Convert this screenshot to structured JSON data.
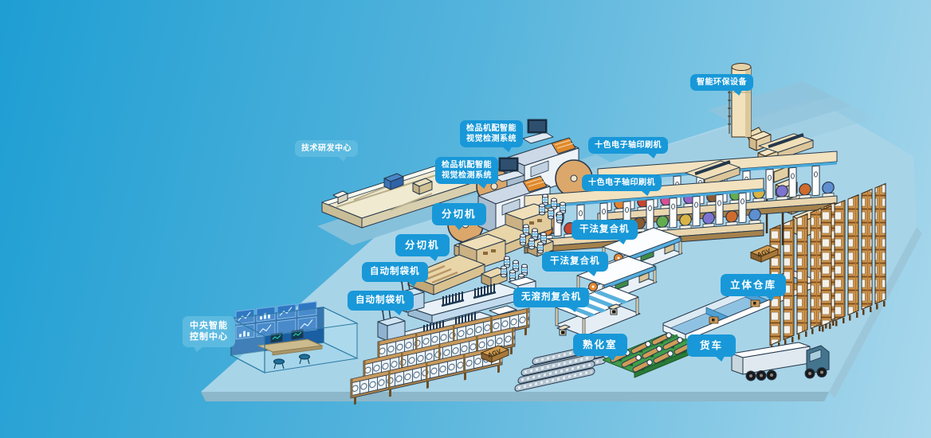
{
  "scene": {
    "type": "smart-factory-isometric-diagram",
    "colors": {
      "bg_left": "#1e9ed3",
      "bg_mid": "#56b4dc",
      "bg_right": "#a9d8ec",
      "label_primary": "#1898d8",
      "label_secondary": "rgba(94,186,224,0.95)",
      "label_text": "#ffffff",
      "floor": "#a8d4e8"
    },
    "printing_roller_colors": [
      "#e2812e",
      "#c8452f",
      "#d84f93",
      "#9a62c2",
      "#8a5a30",
      "#64ad4e",
      "#d9b345",
      "#7d74d2",
      "#cf6b2d",
      "#5f8fd0"
    ]
  },
  "labels": {
    "env_equipment": "智能环保设备",
    "inspection_1": {
      "line1": "检品机配智能",
      "line2": "视觉检测系统"
    },
    "inspection_2": {
      "line1": "检品机配智能",
      "line2": "视觉检测系统"
    },
    "rnd_center": "技术研发中心",
    "printing_1": "十色电子轴印刷机",
    "printing_2": "十色电子轴印刷机",
    "slitting_1": "分切机",
    "slitting_2": "分切机",
    "bag_making_1": "自动制袋机",
    "bag_making_2": "自动制袋机",
    "dry_laminating_1": "干法复合机",
    "dry_laminating_2": "干法复合机",
    "solventless_laminating": "无溶剂复合机",
    "warehouse": "立体仓库",
    "control_center": {
      "line1": "中央智能",
      "line2": "控制中心"
    },
    "curing_room": "熟化室",
    "truck": "货车",
    "agv_1": "AGV",
    "agv_2": "AGV"
  }
}
